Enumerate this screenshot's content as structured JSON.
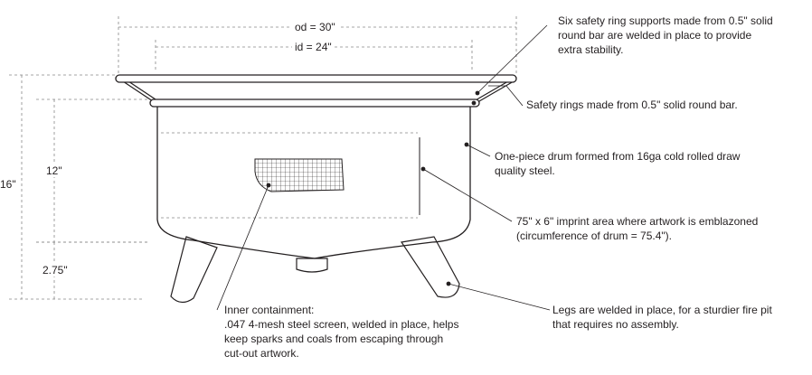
{
  "dimensions": {
    "outer_diameter": "od = 30\"",
    "inner_diameter": "id = 24\"",
    "total_height": "16\"",
    "drum_height": "12\"",
    "leg_height": "2.75\""
  },
  "callouts": {
    "supports": [
      "Six safety ring supports made from 0.5\" solid",
      "round bar are welded in place to provide",
      "extra stability."
    ],
    "rings": [
      "Safety rings made from 0.5\" solid round bar."
    ],
    "drum": [
      "One-piece drum formed from 16ga cold rolled draw",
      "quality steel."
    ],
    "imprint": [
      "75\" x 6\" imprint area where artwork is emblazoned",
      "(circumference of drum = 75.4\")."
    ],
    "legs": [
      "Legs are welded in place, for a sturdier fire pit",
      "that requires no assembly."
    ],
    "screen": [
      "Inner containment:",
      ".047 4-mesh steel screen, welded in place, helps",
      "keep sparks and coals from escaping through",
      "cut-out artwork."
    ]
  },
  "colors": {
    "ink": "#231f20",
    "dim_line": "#888888",
    "leg_fill": "#f7f7f7"
  }
}
